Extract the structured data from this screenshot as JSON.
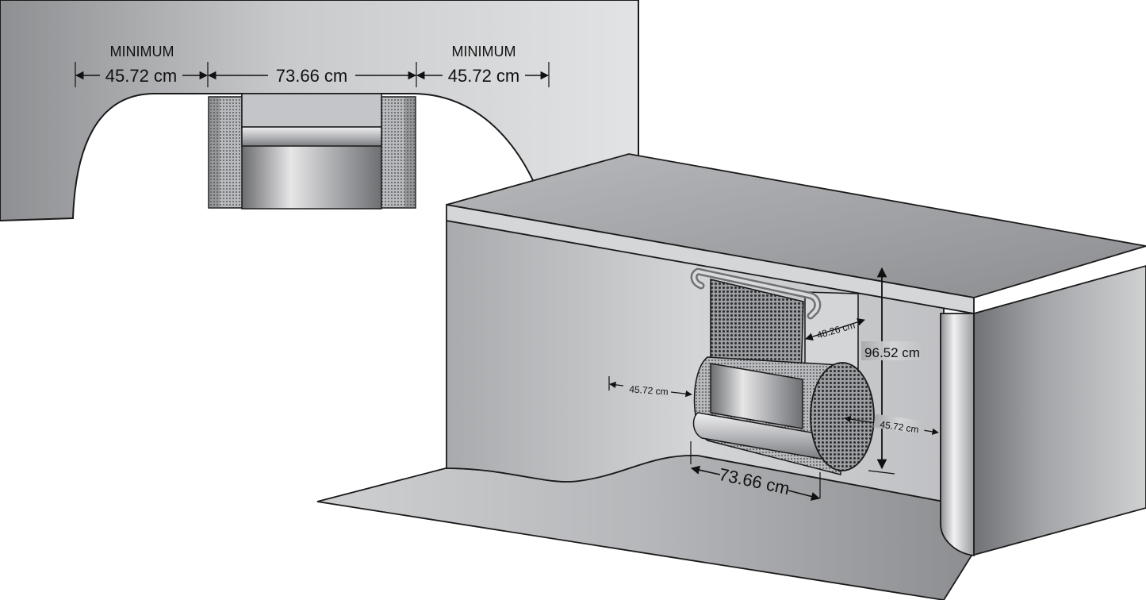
{
  "front_view": {
    "label_left": "MINIMUM",
    "label_right": "MINIMUM",
    "dim_left": "45.72 cm",
    "dim_center": "73.66 cm",
    "dim_right": "45.72 cm"
  },
  "perspective_view": {
    "dim_height": "96.52 cm",
    "dim_depth": "48.26 cm",
    "dim_left_clearance": "45.72 cm",
    "dim_right_clearance": "45.72 cm",
    "dim_width": "73.66 cm"
  },
  "colors": {
    "wall_light": "#d8d9db",
    "wall_dark": "#8d8e91",
    "outline": "#1a1a1a"
  }
}
